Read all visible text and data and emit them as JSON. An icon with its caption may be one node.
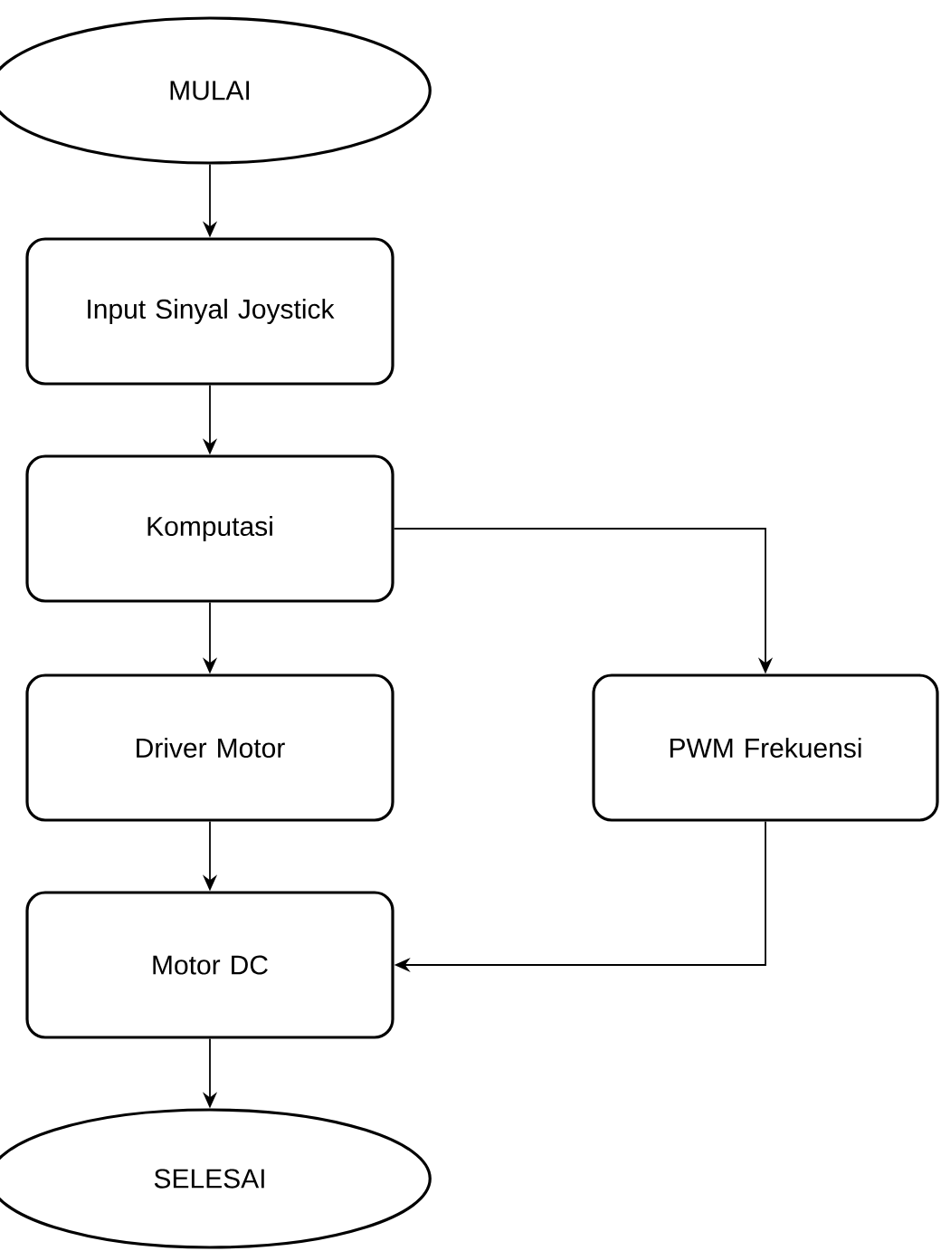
{
  "diagram": {
    "nodes": [
      {
        "text": [
          "MULAI"
        ]
      },
      {
        "text": [
          "Input Sinyal Joystick"
        ]
      },
      {
        "text": [
          "Komputasi"
        ]
      },
      {
        "text": [
          "Driver Motor"
        ]
      },
      {
        "text": [
          "PWM Frekuensi"
        ]
      },
      {
        "text": [
          "Motor DC"
        ]
      },
      {
        "text": [
          "SELESAI"
        ]
      }
    ],
    "edges": [
      {
        "from": 0,
        "to": 1,
        "arrow": "to"
      },
      {
        "from": 1,
        "to": 2,
        "arrow": "to"
      },
      {
        "from": 2,
        "to": 3,
        "arrow": "to"
      },
      {
        "from": 2,
        "to": 4,
        "arrow": "to"
      },
      {
        "from": 3,
        "to": 5,
        "arrow": "to"
      },
      {
        "from": 4,
        "to": 5,
        "arrow": "to"
      },
      {
        "from": 5,
        "to": 6,
        "arrow": "to"
      }
    ]
  }
}
